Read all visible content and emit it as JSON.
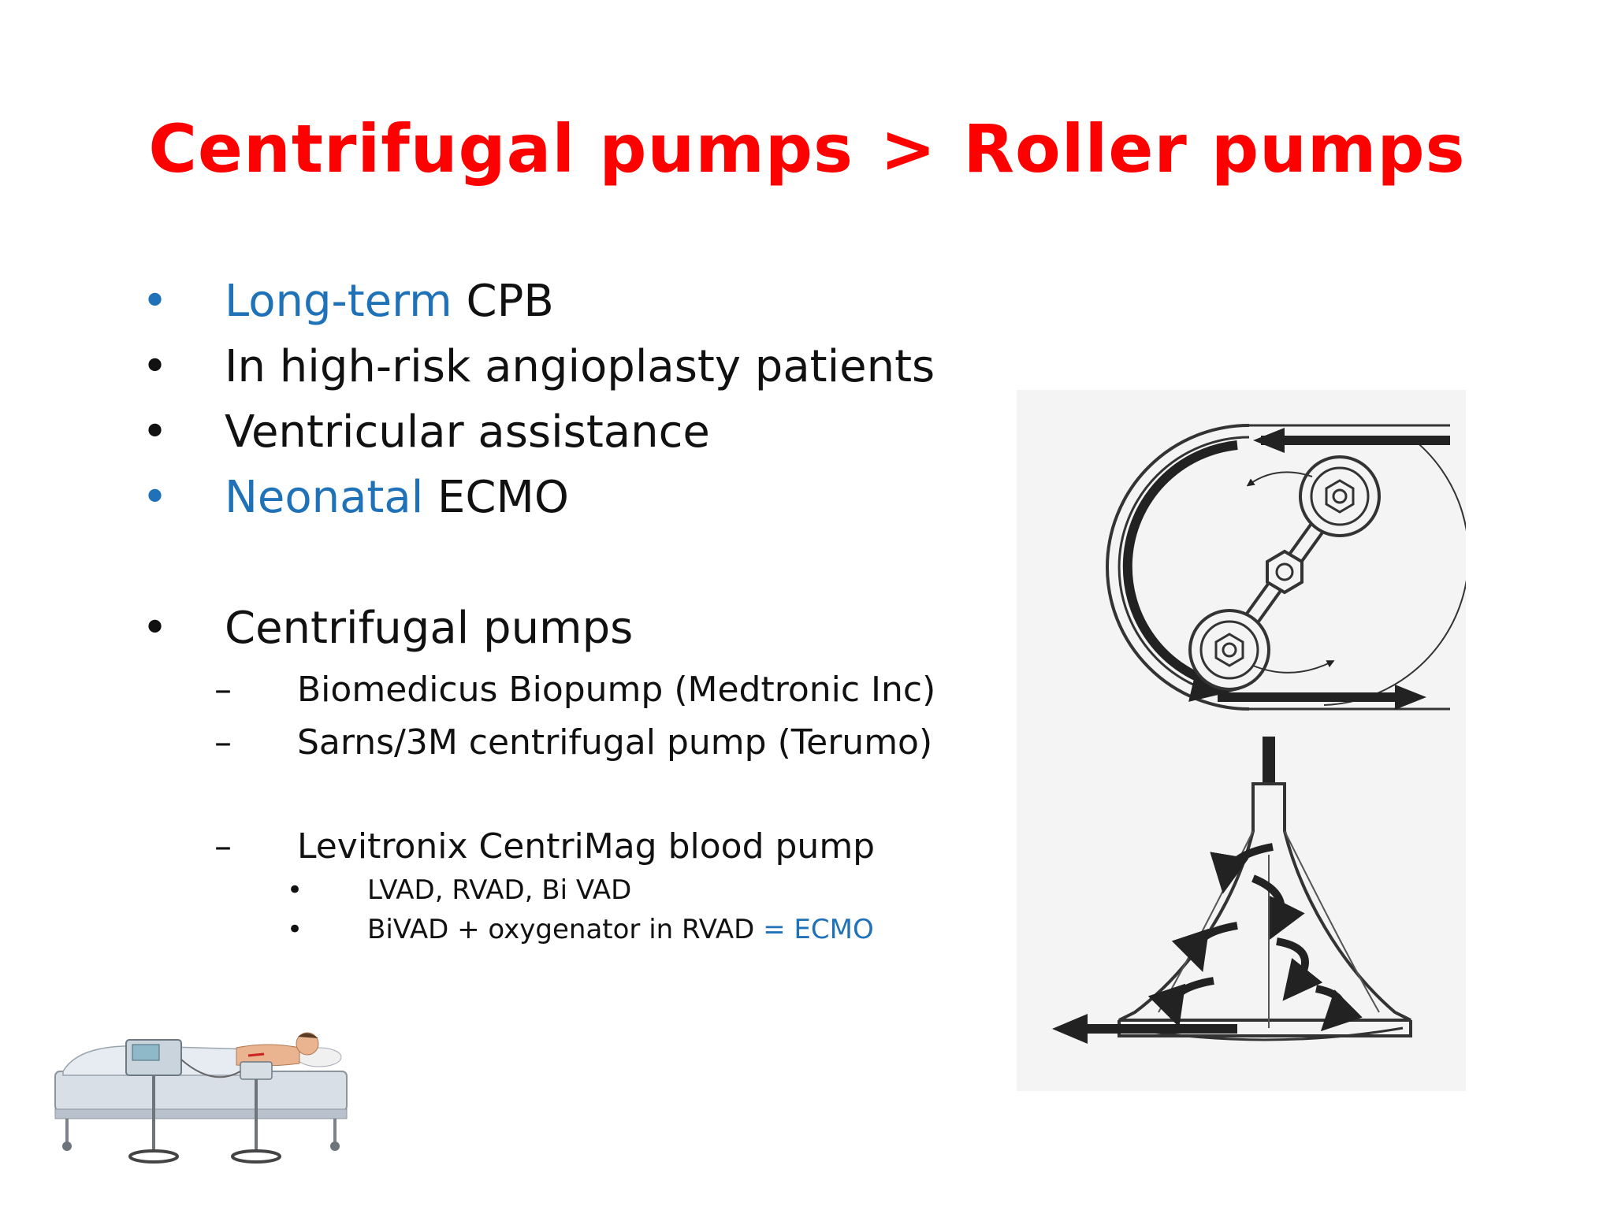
{
  "title": {
    "left": "Centrifugal pumps",
    "separator": ">",
    "right": "Roller pumps",
    "color": "#ff0000"
  },
  "accent_color": "#1f72b8",
  "bullets": [
    {
      "marker": "•",
      "highlight": "Long-term",
      "rest": " CPB"
    },
    {
      "marker": "•",
      "highlight": "",
      "rest": "In high-risk angioplasty patients"
    },
    {
      "marker": "•",
      "highlight": "",
      "rest": "Ventricular assistance"
    },
    {
      "marker": "•",
      "highlight": "Neonatal",
      "rest": " ECMO"
    },
    {
      "marker": "•",
      "highlight": "",
      "rest": "Centrifugal pumps"
    }
  ],
  "subbullets": [
    {
      "marker": "–",
      "text": "Biomedicus Biopump (Medtronic Inc)"
    },
    {
      "marker": "–",
      "text": "Sarns/3M centrifugal pump (Terumo)"
    },
    {
      "marker": "–",
      "text": "Levitronix CentriMag blood pump"
    }
  ],
  "subsubbullets": [
    {
      "marker": "•",
      "text": "LVAD, RVAD, Bi VAD",
      "highlight": ""
    },
    {
      "marker": "•",
      "text": "BiVAD + oxygenator in RVAD ",
      "highlight": "= ECMO"
    }
  ],
  "images": {
    "pump_diagram": "roller-and-centrifugal-pump-diagram",
    "patient_illustration": "patient-on-bed-with-pump-console"
  }
}
